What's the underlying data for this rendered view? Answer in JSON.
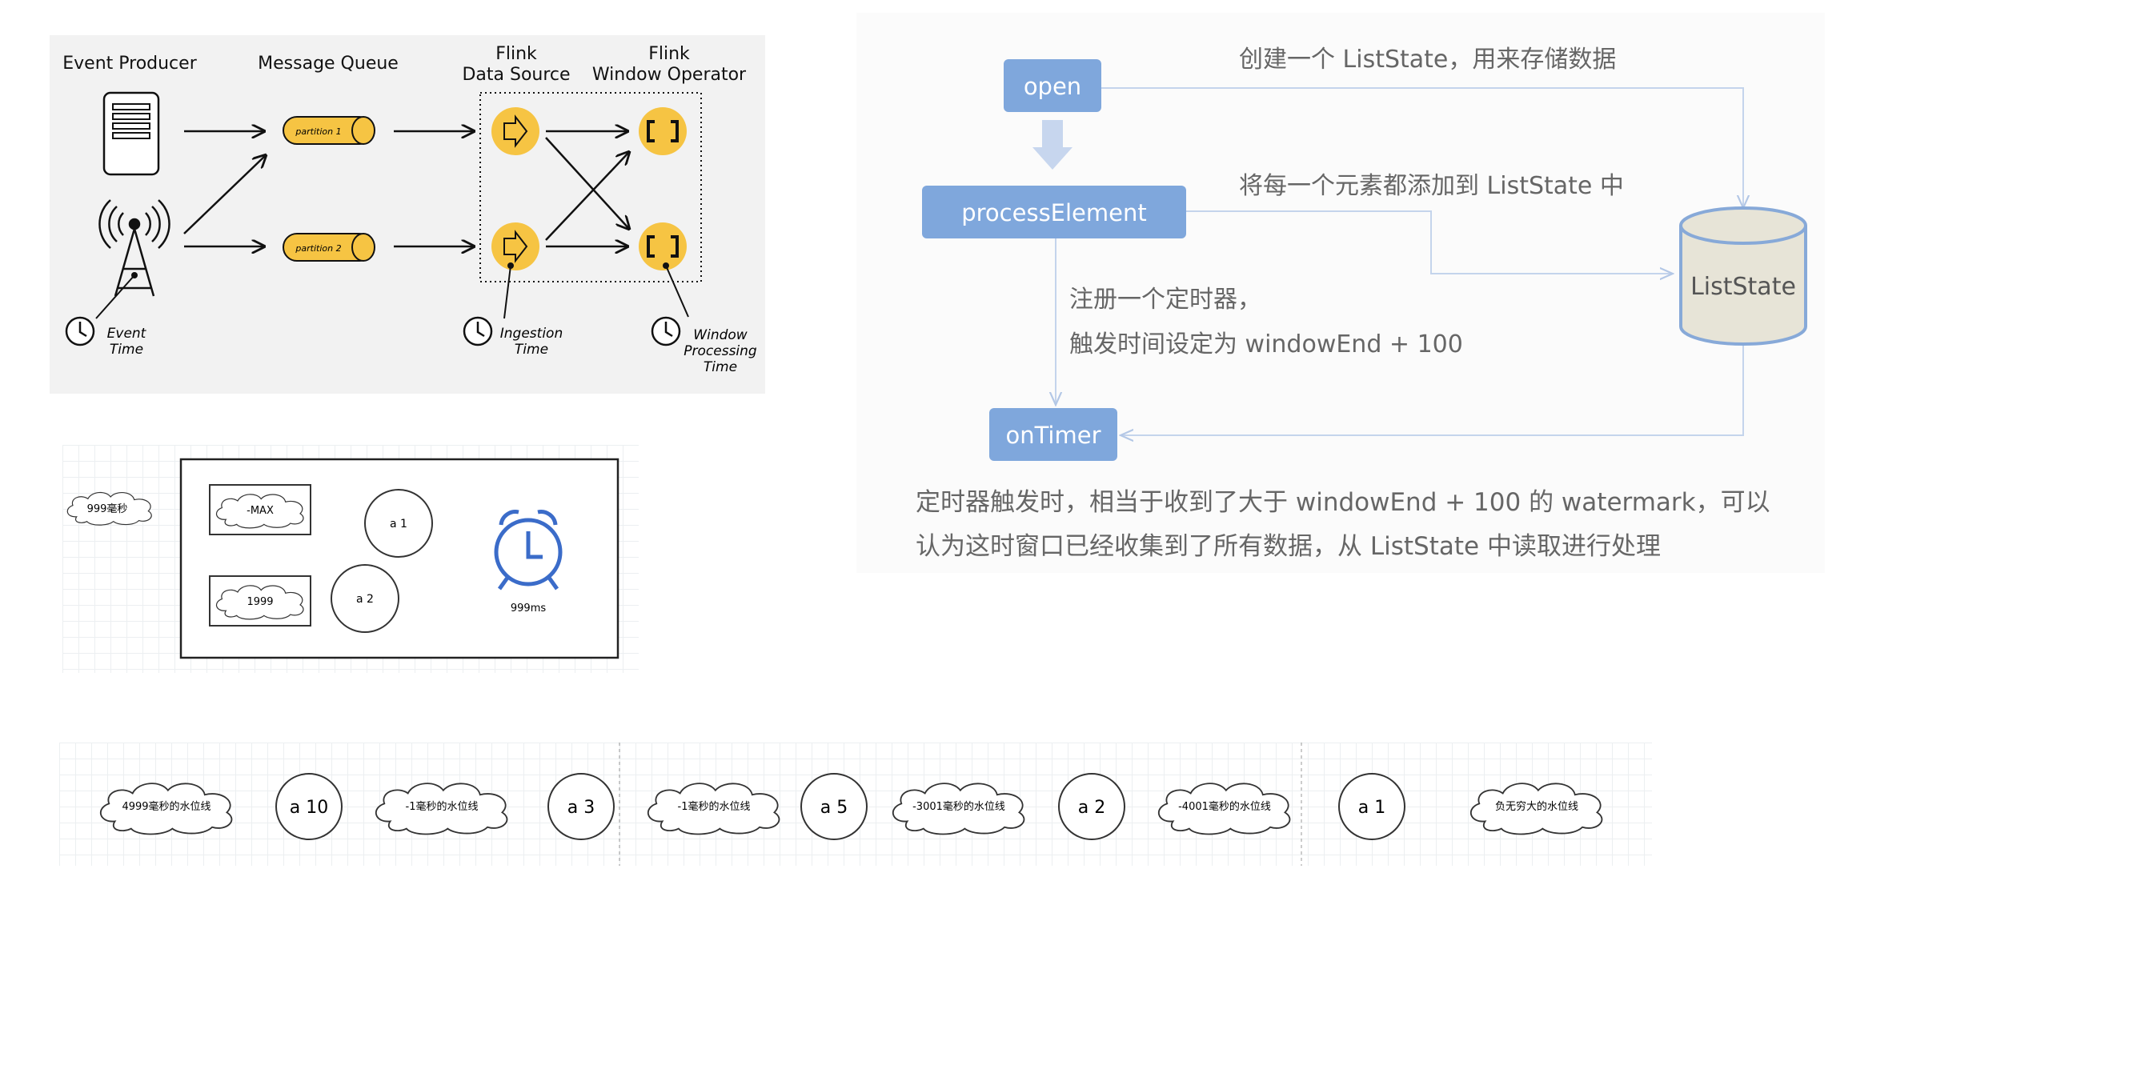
{
  "flink_time_diagram": {
    "headers": {
      "event_producer": "Event Producer",
      "message_queue": "Message Queue",
      "flink_source_line1": "Flink",
      "flink_source_line2": "Data Source",
      "flink_window_line1": "Flink",
      "flink_window_line2": "Window Operator"
    },
    "partitions": [
      "partition 1",
      "partition 2"
    ],
    "time_labels": {
      "event_time": [
        "Event",
        "Time"
      ],
      "ingestion_time": [
        "Ingestion",
        "Time"
      ],
      "processing_time": [
        "Window",
        "Processing",
        "Time"
      ]
    },
    "colors": {
      "node_yellow": "#f6c443",
      "background": "#f2f2f2"
    }
  },
  "liststate_flow": {
    "nodes": {
      "open": "open",
      "process_element": "processElement",
      "on_timer": "onTimer",
      "store": "ListState"
    },
    "notes": {
      "create": "创建一个 ListState，用来存储数据",
      "add": "将每一个元素都添加到 ListState 中",
      "timer_line1": "注册一个定时器，",
      "timer_line2": "触发时间设定为 windowEnd + 100",
      "summary_line1": "定时器触发时，相当于收到了大于 windowEnd + 100 的 watermark，可以",
      "summary_line2": "认为这时窗口已经收集到了所有数据，从 ListState 中读取进行处理"
    },
    "colors": {
      "node_blue": "#7fa7dc",
      "store_fill": "#e7e4d7",
      "store_stroke": "#87a9d8",
      "line": "#c4d4ec"
    }
  },
  "window_state": {
    "watermark_cloud": "999毫秒",
    "window_items": {
      "max": "-MAX",
      "n1999": "1999",
      "a1": "a 1",
      "a2": "a 2"
    },
    "alarm_label": "999ms",
    "alarm_icon": "alarm-clock-icon",
    "colors": {
      "alarm_blue": "#3b6cc9"
    }
  },
  "watermark_sequence": [
    {
      "kind": "cloud",
      "label": "4999毫秒的水位线"
    },
    {
      "kind": "circle",
      "label": "a 10"
    },
    {
      "kind": "cloud",
      "label": "-1毫秒的水位线"
    },
    {
      "kind": "circle",
      "label": "a 3"
    },
    {
      "kind": "cloud",
      "label": "-1毫秒的水位线"
    },
    {
      "kind": "circle",
      "label": "a 5"
    },
    {
      "kind": "cloud",
      "label": "-3001毫秒的水位线"
    },
    {
      "kind": "circle",
      "label": "a 2"
    },
    {
      "kind": "cloud",
      "label": "-4001毫秒的水位线"
    },
    {
      "kind": "circle",
      "label": "a 1"
    },
    {
      "kind": "cloud",
      "label": "负无穷大的水位线"
    }
  ]
}
